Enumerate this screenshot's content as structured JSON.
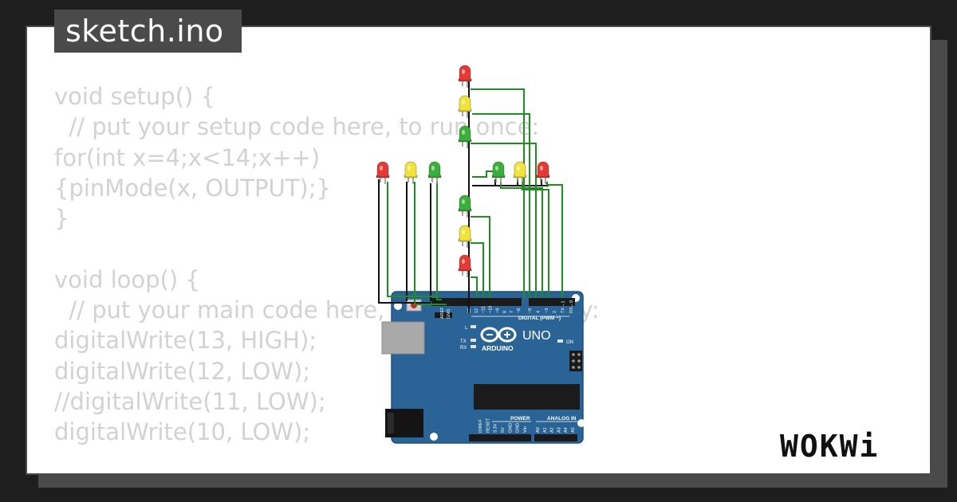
{
  "sketch": {
    "filename": "sketch.ino",
    "code_lines": [
      "void setup() {",
      "  // put your setup code here, to run once:",
      "for(int x=4;x<14;x++)",
      "{pinMode(x, OUTPUT);}",
      "}",
      "",
      "void loop() {",
      "  // put your main code here, to run repeatedly:",
      "digitalWrite(13, HIGH);",
      "digitalWrite(12, LOW);",
      "//digitalWrite(11, LOW);",
      "digitalWrite(10, LOW);"
    ]
  },
  "board": {
    "model": "UNO",
    "brand": "ARDUINO",
    "digital_header": "DIGITAL (PWM ~)",
    "power_header": "POWER",
    "analog_header": "ANALOG IN",
    "led_l": "L",
    "led_tx": "TX",
    "led_rx": "RX",
    "led_on": "ON",
    "digital_pins": [
      "13",
      "12",
      "~11",
      "~10",
      "~9",
      "8",
      "7",
      "~6",
      "~5",
      "4",
      "~3",
      "2",
      "TX→1",
      "RX←0"
    ],
    "aux_pins": [
      "AREF",
      "GND"
    ],
    "power_pins": [
      "IOREF",
      "RESET",
      "3.3V",
      "5V",
      "GND",
      "GND",
      "Vin"
    ],
    "analog_pins": [
      "A0",
      "A1",
      "A2",
      "A3",
      "A4",
      "A5"
    ]
  },
  "leds": [
    "red",
    "yellow",
    "green",
    "red",
    "yellow",
    "green",
    "green",
    "yellow",
    "red",
    "green",
    "yellow",
    "red"
  ],
  "colors": {
    "red": "#e53935",
    "yellow": "#f2e33a",
    "green": "#3cae3c",
    "board": "#2a6496",
    "wire_green": "#1f8f1f",
    "wire_black": "#111111"
  },
  "brand_logo": "WOKWi"
}
